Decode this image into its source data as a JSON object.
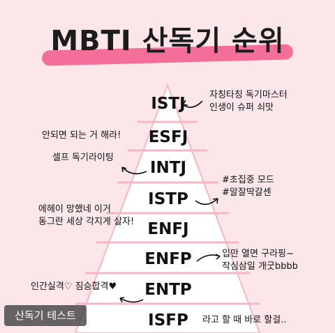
{
  "title": "MBTI 산독기 순위",
  "ranking": [
    {
      "type": "ISTJ",
      "note": "자칭타칭 독기마스터\n인생이 슈퍼 쇠맛"
    },
    {
      "type": "ESFJ",
      "note": "안되면 되는 거 해라!"
    },
    {
      "type": "INTJ",
      "note": "셀프 독기라이팅"
    },
    {
      "type": "ISTP",
      "note": "#초집중 모드\n#알잘딱갈센"
    },
    {
      "type": "ENFJ",
      "note": "에헤이 망했네 이거\n동그란 세상 각지게 살자!"
    },
    {
      "type": "ENFP",
      "note": "입만 열면 구라핑~\n작심삼일 개굿bbbb"
    },
    {
      "type": "ENTP",
      "note": "인간실격♡ 짐승합격♥"
    },
    {
      "type": "ISFP",
      "note": "라고 할 때 바로 할걸.."
    }
  ],
  "badge": "산독기 테스트",
  "colors": {
    "background": "#fbe6ea",
    "accent": "#f36f9a",
    "pyramid_line": "#f5b7c5"
  }
}
